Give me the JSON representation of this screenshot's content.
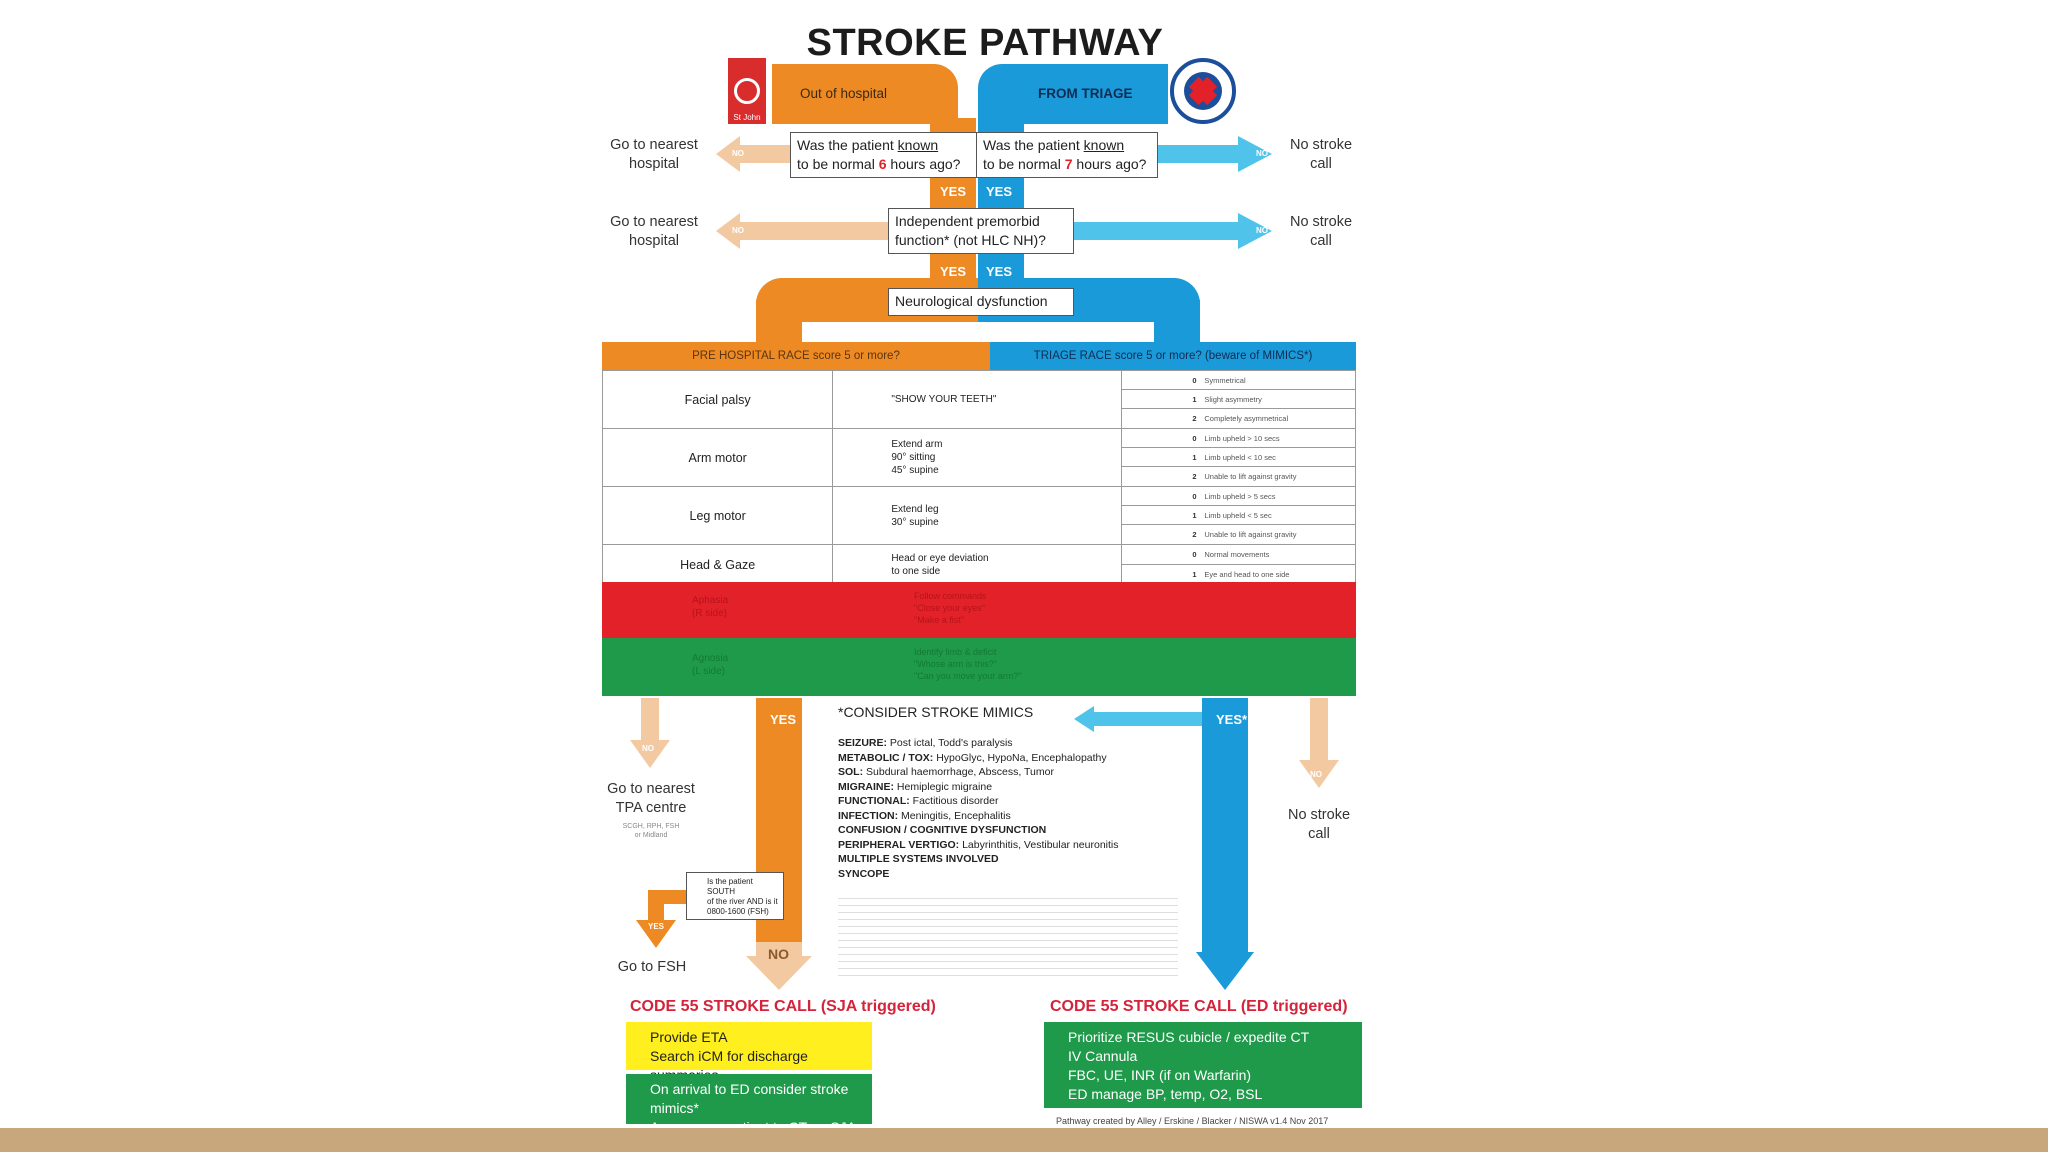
{
  "title": "STROKE PATHWAY",
  "colors": {
    "orange": "#ee8a24",
    "blue": "#1b9ad9",
    "red": "#e32129",
    "green": "#1f9a4a",
    "yellow": "#ffef1f",
    "code_red": "#d4233b"
  },
  "top": {
    "left_header": "Out of hospital",
    "right_header": "FROM TRIAGE",
    "logo_left_text": "St John",
    "logo_right_icon": "hospital-crest-icon"
  },
  "q1": {
    "left_pre": "Was the patient ",
    "left_known": "known",
    "left_post1": "to be normal ",
    "left_hours": "6",
    "left_post2": " hours ago?",
    "right_pre": "Was the patient ",
    "right_known": "known",
    "right_post1": "to be normal ",
    "right_hours": "7",
    "right_post2": " hours ago?"
  },
  "q2": {
    "line1": "Independent premorbid",
    "line2": "function* (not HLC NH)?"
  },
  "neuro": "Neurological dysfunction",
  "go_nearest_line1": "Go to nearest",
  "go_nearest_line2": "hospital",
  "no_stroke_line1": "No stroke",
  "no_stroke_line2": "call",
  "yes": "YES",
  "no": "NO",
  "race_header_left": "PRE HOSPITAL RACE score 5 or more?",
  "race_header_right": "TRIAGE RACE score 5 or more? (beware of MIMICS*)",
  "race_rows": [
    {
      "item": "Facial palsy",
      "instruction": "\"SHOW YOUR TEETH\"",
      "scores": [
        [
          "0",
          "Symmetrical"
        ],
        [
          "1",
          "Slight asymmetry"
        ],
        [
          "2",
          "Completely asymmetrical"
        ]
      ]
    },
    {
      "item": "Arm motor",
      "instruction": "Extend arm\n90° sitting\n45° supine",
      "scores": [
        [
          "0",
          "Limb upheld > 10 secs"
        ],
        [
          "1",
          "Limb upheld < 10 sec"
        ],
        [
          "2",
          "Unable to lift against gravity"
        ]
      ]
    },
    {
      "item": "Leg motor",
      "instruction": "Extend leg\n30° supine",
      "scores": [
        [
          "0",
          "Limb upheld > 5 secs"
        ],
        [
          "1",
          "Limb upheld < 5 sec"
        ],
        [
          "2",
          "Unable to lift against gravity"
        ]
      ]
    },
    {
      "item": "Head & Gaze",
      "instruction": "Head or eye deviation\nto one side",
      "scores": [
        [
          "0",
          "Normal movements"
        ],
        [
          "1",
          "Eye and head to one side"
        ]
      ]
    }
  ],
  "red_row": {
    "item": "Aphasia\n(R side)",
    "instruction": "Follow commands\n\"Close your eyes\"\n\"Make a fist\""
  },
  "green_row": {
    "item": "Agnosia\n(L side)",
    "instruction": "Identify limb & deficit\n\"Whose arm is this?\"\n\"Can you move your arm?\""
  },
  "tpa": {
    "line1": "Go to nearest",
    "line2": "TPA centre",
    "sub1": "SCGH, RPH, FSH",
    "sub2": "or Midland"
  },
  "south_q": {
    "line1": "Is the patient SOUTH",
    "line2": "of the river AND is it",
    "line3": "0800-1600 (FSH)"
  },
  "go_fsh": "Go to FSH",
  "mimics_title": "*CONSIDER STROKE MIMICS",
  "mimics": [
    [
      "SEIZURE:",
      " Post ictal, Todd's paralysis"
    ],
    [
      "METABOLIC / TOX:",
      " HypoGlyc, HypoNa, Encephalopathy"
    ],
    [
      "SOL:",
      " Subdural haemorrhage, Abscess, Tumor"
    ],
    [
      "MIGRAINE:",
      " Hemiplegic migraine"
    ],
    [
      "FUNCTIONAL:",
      " Factitious disorder"
    ],
    [
      "INFECTION:",
      " Meningitis, Encephalitis"
    ],
    [
      "CONFUSION / COGNITIVE DYSFUNCTION",
      ""
    ],
    [
      "PERIPHERAL VERTIGO:",
      " Labyrinthitis, Vestibular neuronitis"
    ],
    [
      "MULTIPLE SYSTEMS INVOLVED",
      ""
    ],
    [
      "SYNCOPE",
      ""
    ]
  ],
  "code_left": "CODE 55 STROKE CALL (SJA triggered)",
  "code_right": "CODE 55 STROKE CALL (ED triggered)",
  "yellow_lines": [
    "Provide ETA",
    "Search iCM for discharge summaries"
  ],
  "green_left_lines": [
    "On arrival to ED consider stroke mimics*",
    "Accompany patient to CT on SJA trolley"
  ],
  "green_right_lines": [
    "Prioritize RESUS cubicle / expedite CT",
    "IV Cannula",
    "FBC, UE, INR (if on Warfarin)",
    "ED manage BP, temp, O2, BSL"
  ],
  "footer": "Pathway created by Alley / Erskine / Blacker / NISWA v1.4   Nov 2017"
}
